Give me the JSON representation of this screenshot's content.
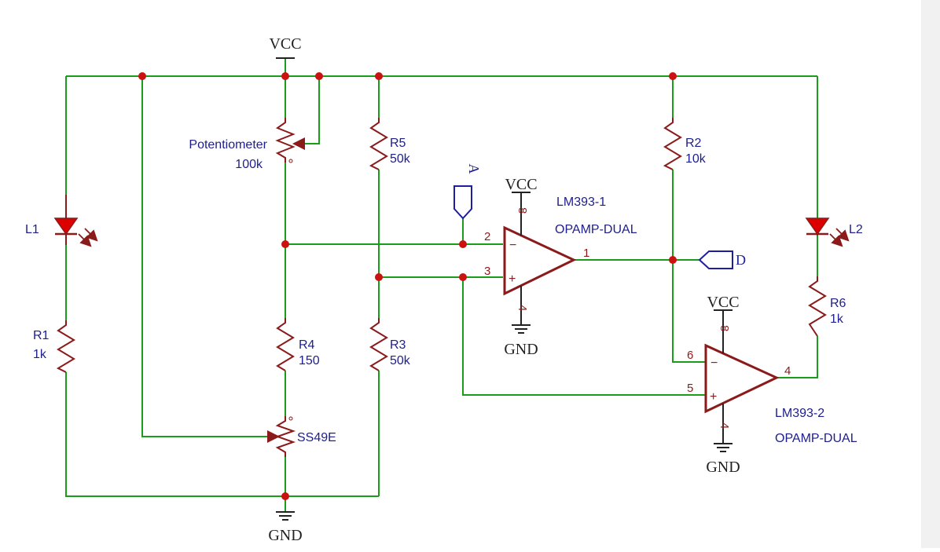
{
  "colors": {
    "wire": "#1a9e1a",
    "component": "#8b1a1a",
    "label": "#1e1e8c",
    "junction": "#cc1111",
    "led": "#dd0000",
    "port": "#1e1ea0"
  },
  "power": {
    "vcc_top": "VCC",
    "vcc_u1": "VCC",
    "vcc_u2": "VCC",
    "gnd_bottom": "GND",
    "gnd_u1": "GND",
    "gnd_u2": "GND"
  },
  "components": {
    "l1": {
      "ref": "L1"
    },
    "l2": {
      "ref": "L2"
    },
    "r1": {
      "ref": "R1",
      "value": "1k"
    },
    "r2": {
      "ref": "R2",
      "value": "10k"
    },
    "r3": {
      "ref": "R3",
      "value": "50k"
    },
    "r4": {
      "ref": "R4",
      "value": "150"
    },
    "r5": {
      "ref": "R5",
      "value": "50k"
    },
    "r6": {
      "ref": "R6",
      "value": "1k"
    },
    "pot": {
      "ref": "Potentiometer",
      "value": "100k"
    },
    "sensor": {
      "ref": "SS49E"
    }
  },
  "opamps": {
    "u1": {
      "ref": "LM393-1",
      "type": "OPAMP-DUAL",
      "pin_inv": "2",
      "pin_noninv": "3",
      "pin_out": "1",
      "pin_vcc": "8",
      "pin_gnd": "4",
      "minus": "−",
      "plus": "+"
    },
    "u2": {
      "ref": "LM393-2",
      "type": "OPAMP-DUAL",
      "pin_inv": "6",
      "pin_noninv": "5",
      "pin_out": "4",
      "pin_vcc": "8",
      "pin_gnd": "4",
      "minus": "−",
      "plus": "+"
    }
  },
  "ports": {
    "a": "A",
    "d": "D"
  }
}
